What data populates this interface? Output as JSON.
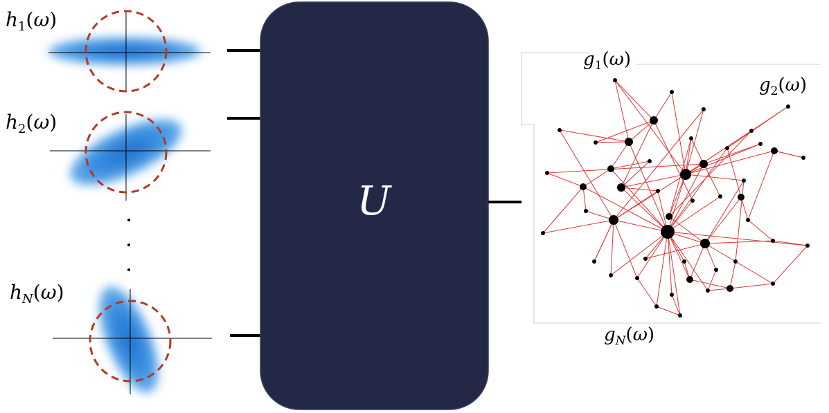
{
  "inputs": {
    "h1": "h₁(ω)",
    "h2": "h₂(ω)",
    "hN": "h_N(ω)",
    "ellipsis": "⋮"
  },
  "unitary": {
    "label": "U"
  },
  "outputs": {
    "g1": "g₁(ω)",
    "g2": "g₂(ω)",
    "gN": "g_N(ω)"
  },
  "colors": {
    "box": "#232846",
    "box_border": "#3a3f66",
    "blob": "#1f7bd6",
    "dashed_circle": "#b33a22",
    "network_edge": "#e03535",
    "network_node": "#000000",
    "wire": "#000000"
  },
  "icons": {
    "squeezed_state": "blurred-ellipse-with-dashed-circle",
    "network": "random-graph"
  }
}
